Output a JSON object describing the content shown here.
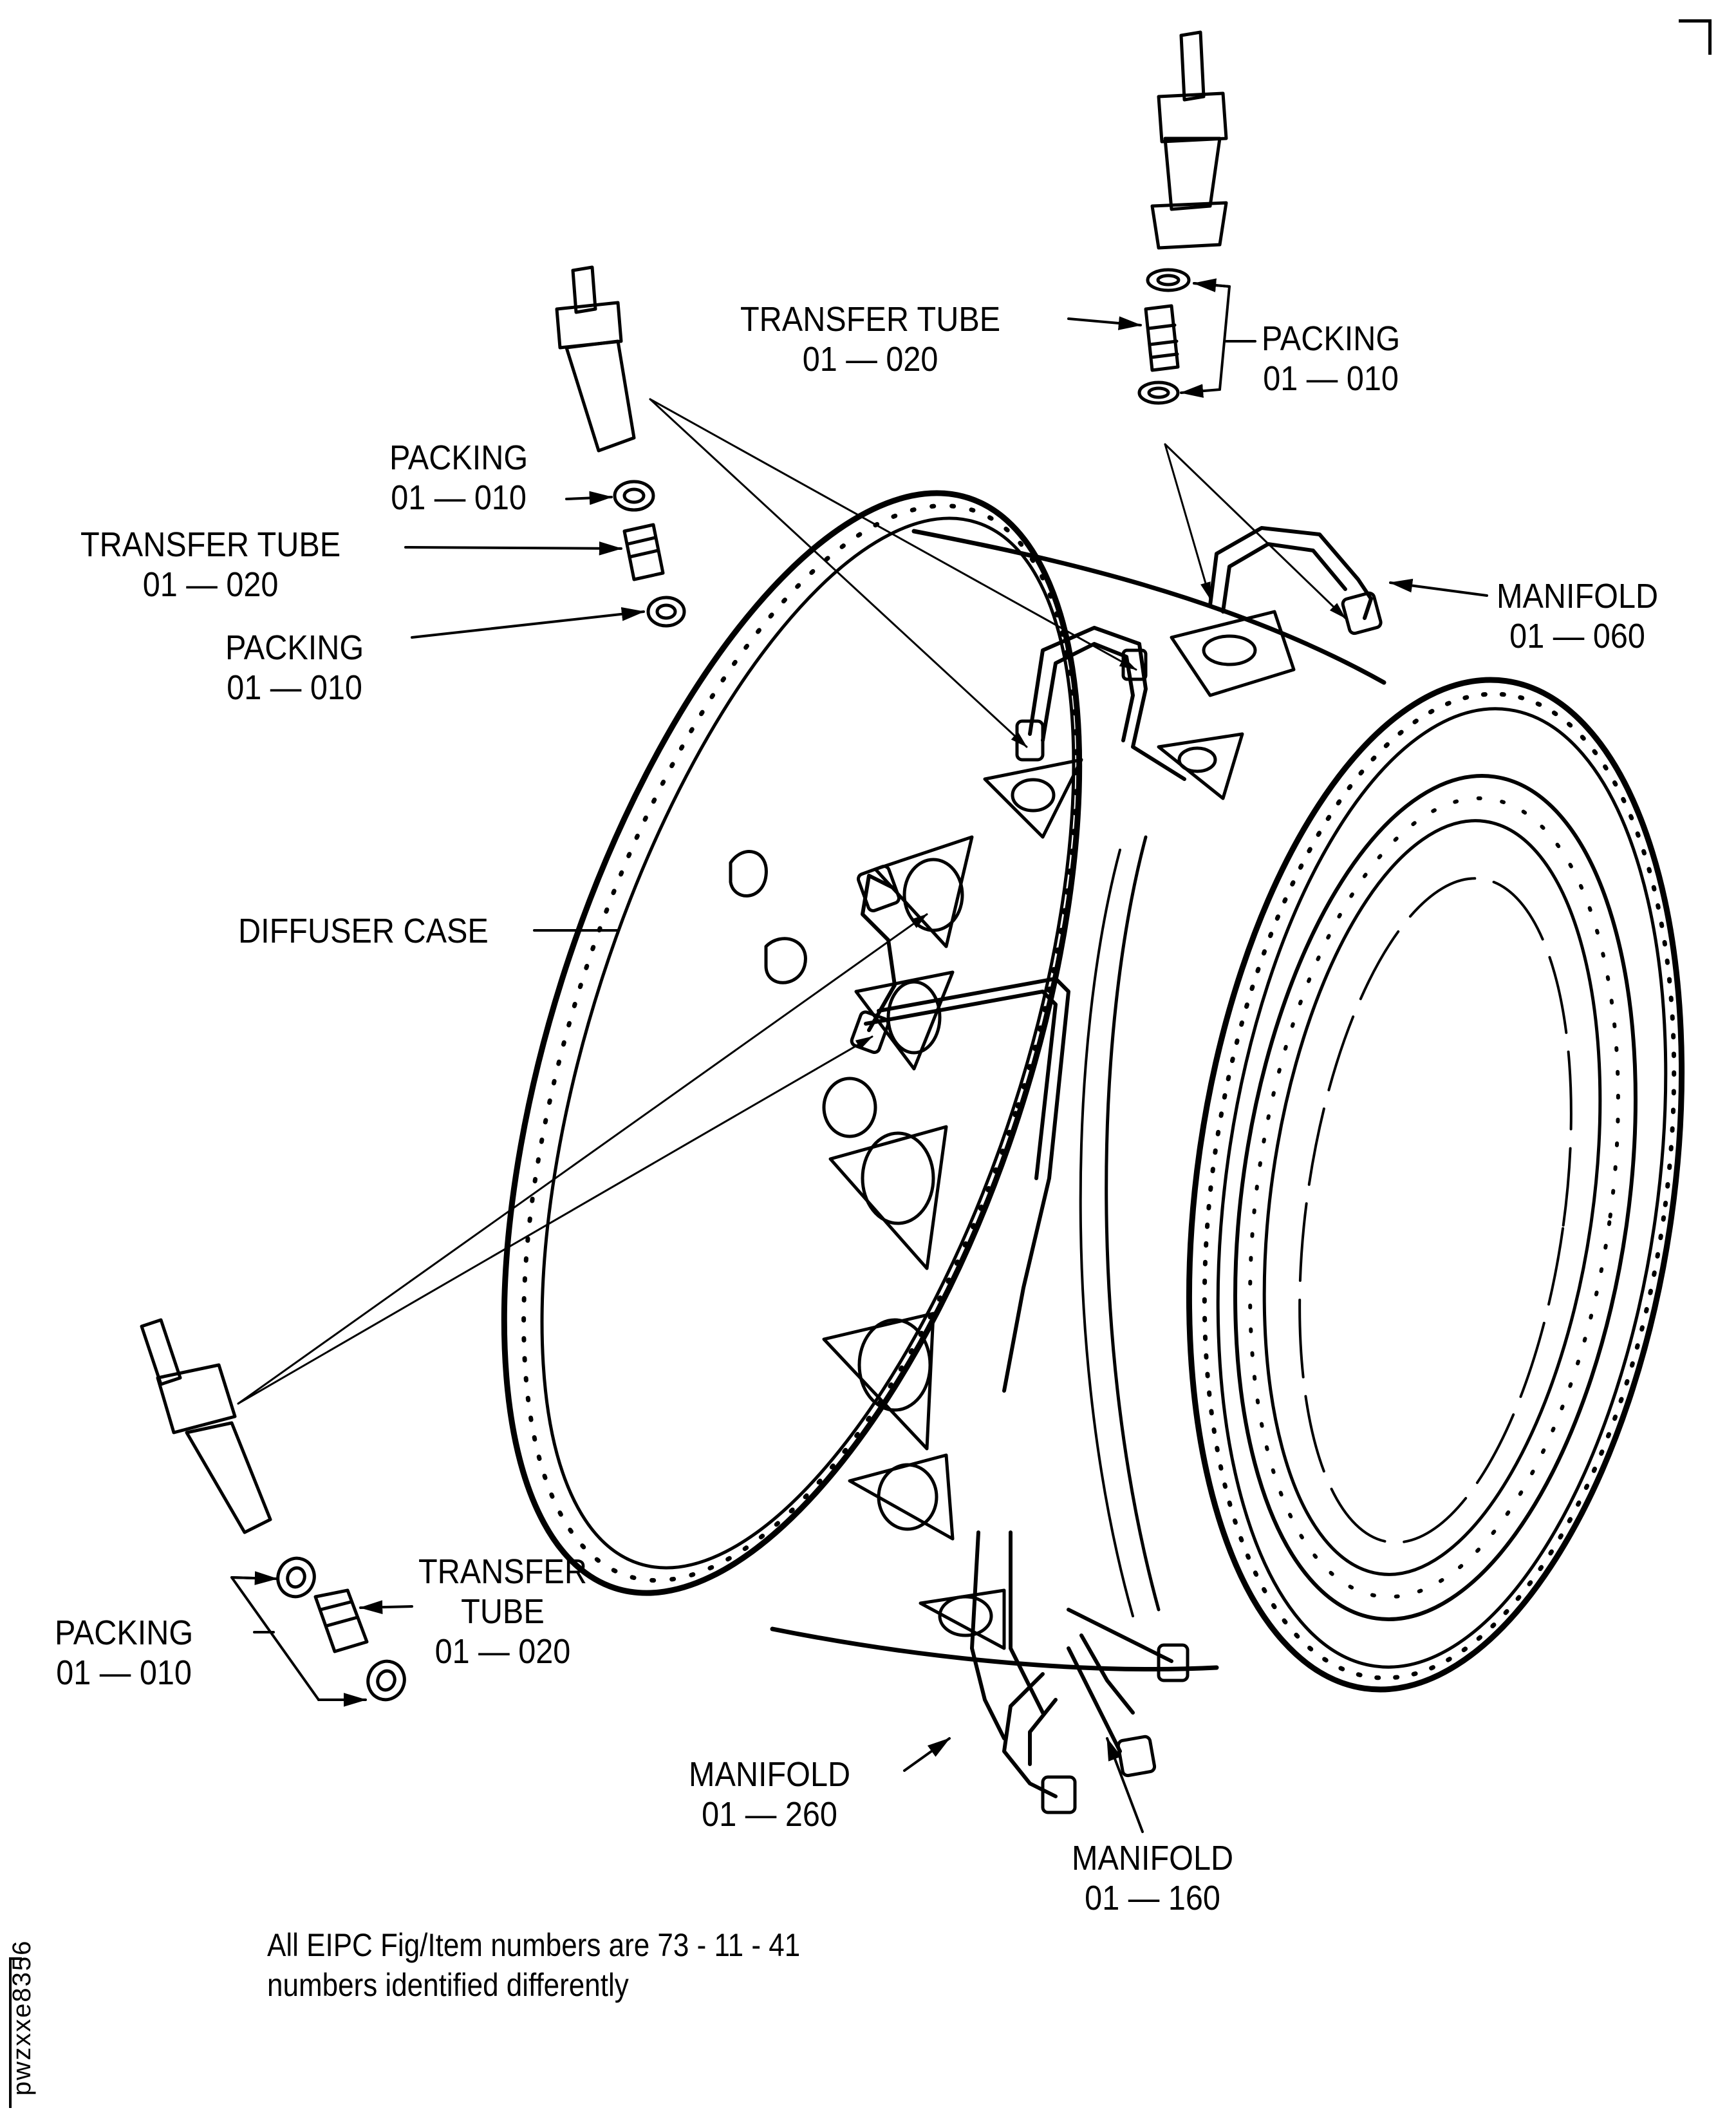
{
  "figure": {
    "type": "exploded-parts-illustration",
    "subject": "Diffuser case with fuel manifolds and transfer tubes",
    "figure_id": "pwzxxe8356",
    "note_lines": [
      "All EIPC Fig/Item numbers are 73 - 11 - 41",
      "numbers identified differently"
    ]
  },
  "callouts": {
    "top_transfer_tube": {
      "name": "TRANSFER TUBE",
      "number": "01 — 020"
    },
    "top_packing": {
      "name": "PACKING",
      "number": "01 — 010"
    },
    "left_packing_upper": {
      "name": "PACKING",
      "number": "01 — 010"
    },
    "left_transfer_tube": {
      "name": "TRANSFER TUBE",
      "number": "01 — 020"
    },
    "left_packing_lower": {
      "name": "PACKING",
      "number": "01 — 010"
    },
    "manifold_060": {
      "name": "MANIFOLD",
      "number": "01 — 060"
    },
    "diffuser_case": {
      "name": "DIFFUSER CASE"
    },
    "bottom_transfer_tube": {
      "name_line1": "TRANSFER",
      "name_line2": "TUBE",
      "number": "01 — 020"
    },
    "bottom_packing": {
      "name": "PACKING",
      "number": "01 — 010"
    },
    "manifold_260": {
      "name": "MANIFOLD",
      "number": "01 — 260"
    },
    "manifold_160": {
      "name": "MANIFOLD",
      "number": "01 — 160"
    }
  },
  "colors": {
    "ink": "#000000",
    "paper": "#ffffff"
  }
}
